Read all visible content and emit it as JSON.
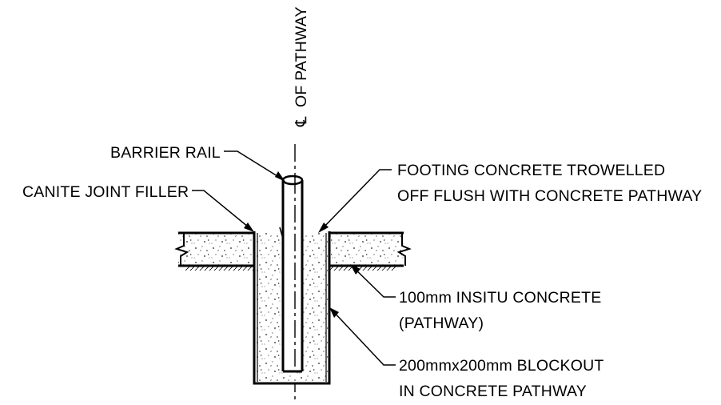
{
  "labels": {
    "centerline_symbol": "℄",
    "centerline_text": "OF PATHWAY",
    "barrier_rail": "BARRIER RAIL",
    "canite_joint_filler": "CANITE JOINT FILLER",
    "footing_line1": "FOOTING CONCRETE TROWELLED",
    "footing_line2": "OFF FLUSH WITH CONCRETE PATHWAY",
    "insitu_line1": "100mm INSITU CONCRETE",
    "insitu_line2": "(PATHWAY)",
    "blockout_line1": "200mmx200mm BLOCKOUT",
    "blockout_line2": "IN CONCRETE PATHWAY"
  },
  "colors": {
    "ink": "#000000",
    "background": "#ffffff"
  }
}
